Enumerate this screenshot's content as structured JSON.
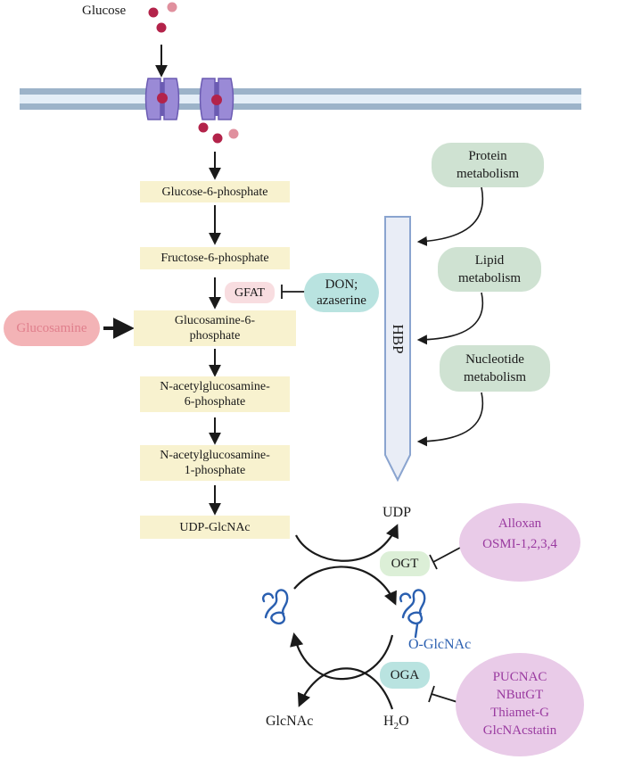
{
  "inputs": {
    "glucose": "Glucose",
    "glucosamine": "Glucosamine"
  },
  "pathway": {
    "steps": [
      "Glucose-6-phosphate",
      "Fructose-6-phosphate",
      "Glucosamine-6-\nphosphate",
      "N-acetylglucosamine-\n6-phosphate",
      "N-acetylglucosamine-\n1-phosphate",
      "UDP-GlcNAc"
    ],
    "enzyme": "GFAT",
    "enzyme_inhibitor": "DON;\nazaserine"
  },
  "hbp": {
    "label": "HBP",
    "sources": [
      "Protein\nmetabolism",
      "Lipid\nmetabolism",
      "Nucleotide\nmetabolism"
    ]
  },
  "cycle": {
    "udp": "UDP",
    "ogt": "OGT",
    "oga": "OGA",
    "oglcnac": "O-GlcNAc",
    "glcnac": "GlcNAc",
    "water": "H",
    "water_sub": "2",
    "water_tail": "O"
  },
  "inhibitors": {
    "ogt": [
      "Alloxan",
      "OSMI-1,2,3,4"
    ],
    "oga": [
      "PUCNAC",
      "NButGT",
      "Thiamet-G",
      "GlcNAcstatin"
    ]
  },
  "colors": {
    "step_box": "#f8f2cf",
    "metabolism_box": "#cfe2d2",
    "hbp_bar": "#e9edf6",
    "inhibitor_ellipse": "#e9cbe8",
    "inhibitor_text": "#9a3ba0",
    "glucosamine_box": "#f3b3b6",
    "glucosamine_text": "#e07f8c",
    "membrane": "#9cb3c9",
    "transporter": "#8f7fcf",
    "glucose_dot": "#b3234a",
    "protein": "#2a5fb0",
    "don_box": "#b9e3e0",
    "gfat_box": "#f8dde0"
  }
}
